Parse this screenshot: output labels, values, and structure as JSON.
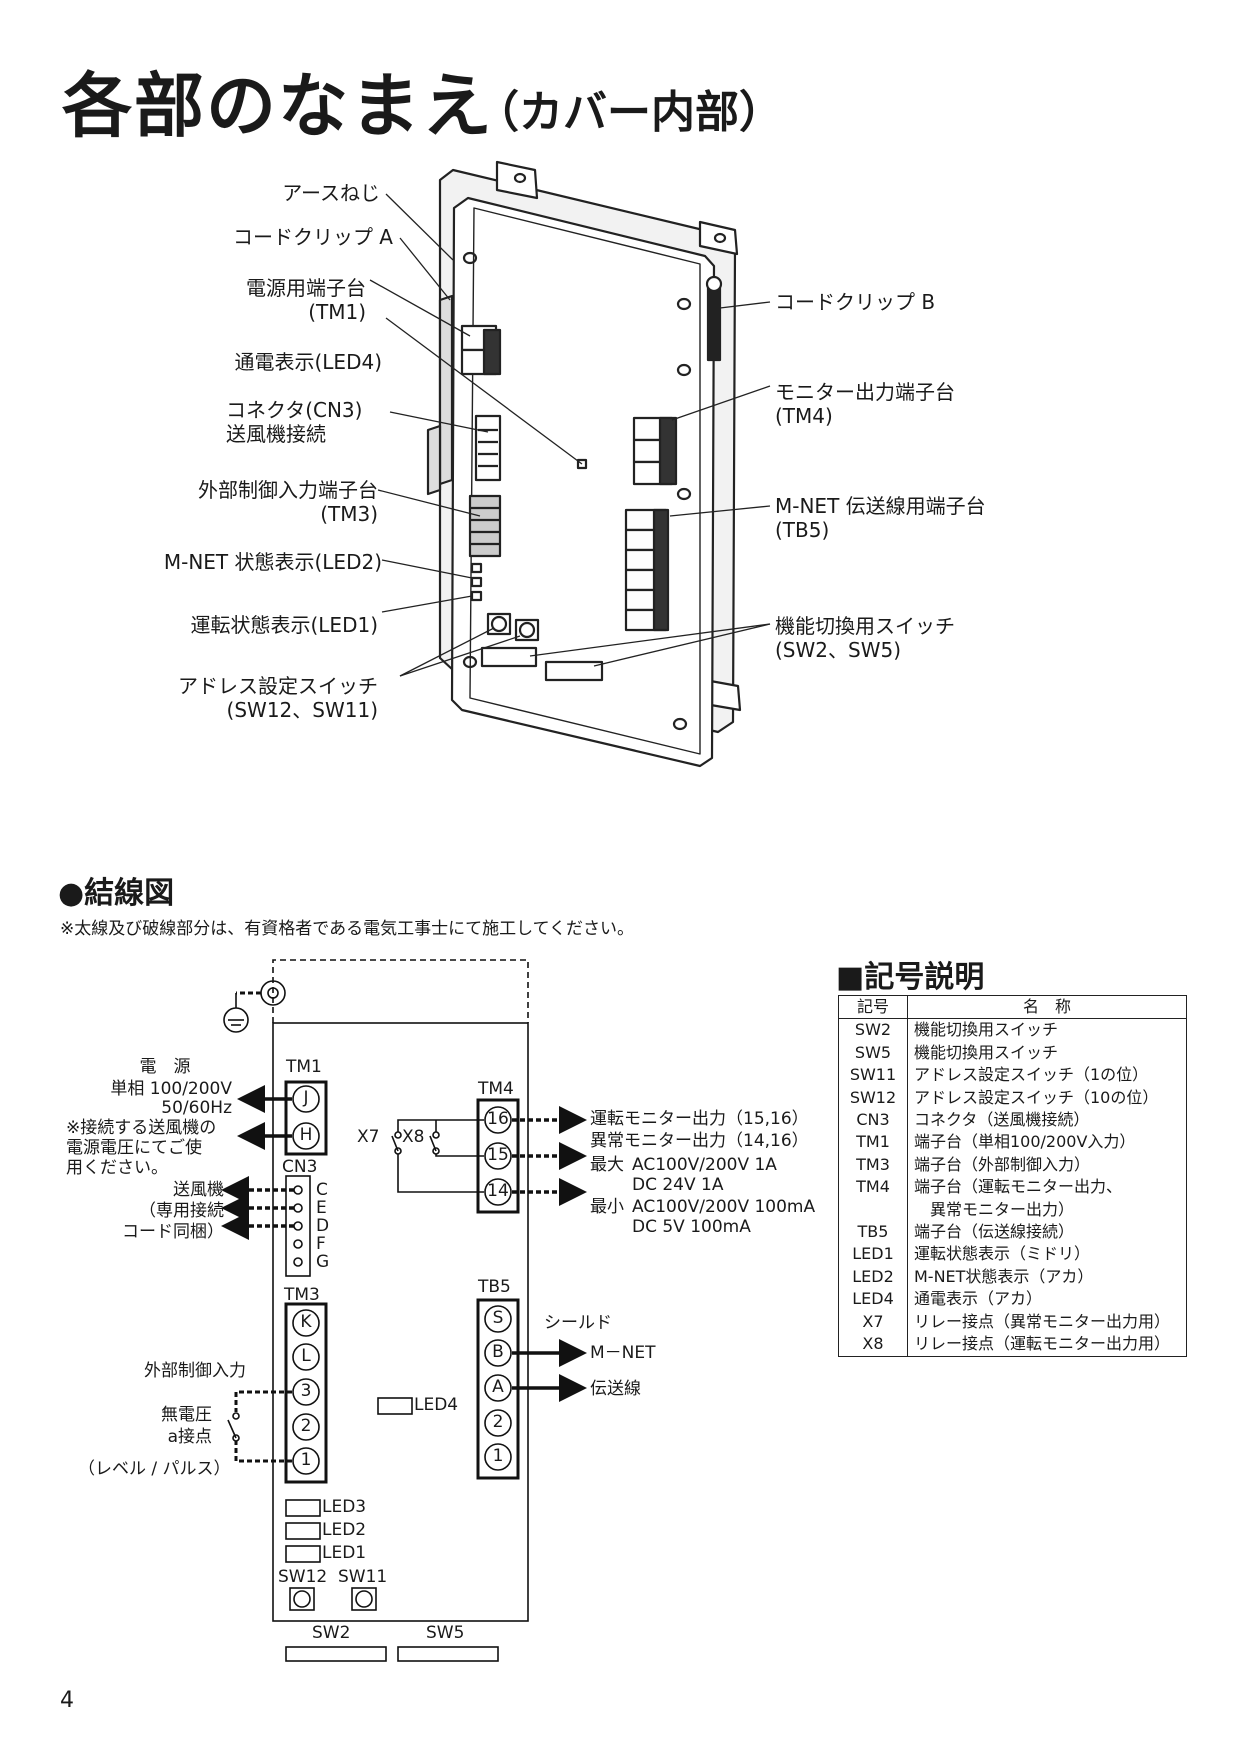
{
  "header": {
    "title": "各部のなまえ",
    "subtitle": "（カバー内部）"
  },
  "parts": {
    "left": [
      {
        "text": "アースねじ"
      },
      {
        "text": "コードクリップ A"
      },
      {
        "text": "電源用端子台\n(TM1)"
      },
      {
        "text": "通電表示(LED4)"
      },
      {
        "text": "コネクタ(CN3)\n送風機接続"
      },
      {
        "text": "外部制御入力端子台\n(TM3)"
      },
      {
        "text": "M-NET 状態表示(LED2)"
      },
      {
        "text": "運転状態表示(LED1)"
      },
      {
        "text": "アドレス設定スイッチ\n(SW12、SW11)"
      }
    ],
    "right": [
      {
        "text": "コードクリップ B"
      },
      {
        "text": "モニター出力端子台\n(TM4)"
      },
      {
        "text": "M-NET 伝送線用端子台\n(TB5)"
      },
      {
        "text": "機能切換用スイッチ\n(SW2、SW5)"
      }
    ]
  },
  "wiring": {
    "heading": "●結線図",
    "note": "※太線及び破線部分は、有資格者である電気工事士にて施工してください。",
    "power_label": "電　源",
    "power_spec": "単相 100/200V\n50/60Hz",
    "power_note": "※接続する送風機の\n電源電圧にてご使\n用ください。",
    "fan_label": "送風機\n（専用接続\nコード同梱）",
    "ext_input": "外部制御入力",
    "dry_contact": "無電圧\na接点",
    "level_pulse": "（レベル / パルス）",
    "monitor_run": "運転モニター出力（15,16）",
    "monitor_err": "異常モニター出力（14,16）",
    "max_label": "最大",
    "max_spec_1": "AC100V/200V 1A",
    "max_spec_2": "DC 24V 1A",
    "min_label": "最小",
    "min_spec_1": "AC100V/200V 100mA",
    "min_spec_2": "DC 5V 100mA",
    "shield": "シールド",
    "mnet": "M－NET",
    "trans_line": "伝送線",
    "block_labels": {
      "tm1": "TM1",
      "cn3": "CN3",
      "tm3": "TM3",
      "tm4": "TM4",
      "tb5": "TB5",
      "x7": "X7",
      "x8": "X8",
      "led4": "LED4",
      "led3": "LED3",
      "led2": "LED2",
      "led1": "LED1",
      "sw12": "SW12",
      "sw11": "SW11",
      "sw2": "SW2",
      "sw5": "SW5"
    },
    "tm1_terminals": [
      "J",
      "H"
    ],
    "cn3_pins": [
      "C",
      "E",
      "D",
      "F",
      "G"
    ],
    "tm3_terminals": [
      "K",
      "L",
      "3",
      "2",
      "1"
    ],
    "tm4_terminals": [
      "16",
      "15",
      "14"
    ],
    "tb5_terminals": [
      "S",
      "B",
      "A",
      "2",
      "1"
    ]
  },
  "legend": {
    "heading": "■記号説明",
    "col_code": "記号",
    "col_name": "名　称",
    "rows": [
      {
        "code": "SW2",
        "name": "機能切換用スイッチ"
      },
      {
        "code": "SW5",
        "name": "機能切換用スイッチ"
      },
      {
        "code": "SW11",
        "name": "アドレス設定スイッチ（1の位）"
      },
      {
        "code": "SW12",
        "name": "アドレス設定スイッチ（10の位）"
      },
      {
        "code": "CN3",
        "name": "コネクタ（送風機接続）"
      },
      {
        "code": "TM1",
        "name": "端子台（単相100/200V入力）"
      },
      {
        "code": "TM3",
        "name": "端子台（外部制御入力）"
      },
      {
        "code": "TM4",
        "name": "端子台（運転モニター出力、"
      },
      {
        "code": "",
        "name": "　異常モニター出力）"
      },
      {
        "code": "TB5",
        "name": "端子台（伝送線接続）"
      },
      {
        "code": "LED1",
        "name": "運転状態表示（ミドリ）"
      },
      {
        "code": "LED2",
        "name": "M-NET状態表示（アカ）"
      },
      {
        "code": "LED4",
        "name": "通電表示（アカ）"
      },
      {
        "code": "X7",
        "name": "リレー接点（異常モニター出力用）"
      },
      {
        "code": "X8",
        "name": "リレー接点（運転モニター出力用）"
      }
    ]
  },
  "page_number": "4"
}
